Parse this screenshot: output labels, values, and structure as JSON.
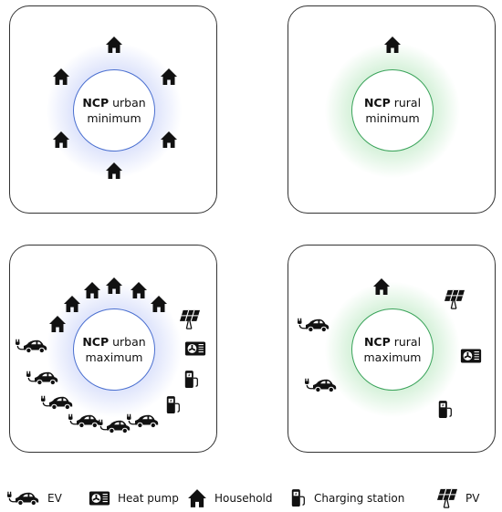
{
  "panels": {
    "urban_min": {
      "ncp": "NCP",
      "area": "urban",
      "level": "minimum"
    },
    "rural_min": {
      "ncp": "NCP",
      "area": "rural",
      "level": "minimum"
    },
    "urban_max": {
      "ncp": "NCP",
      "area": "urban",
      "level": "maximum"
    },
    "rural_max": {
      "ncp": "NCP",
      "area": "rural",
      "level": "maximum"
    }
  },
  "legend": {
    "ev": "EV",
    "heat_pump": "Heat pump",
    "household": "Household",
    "charging_station": "Charging station",
    "pv": "PV"
  },
  "colors": {
    "urban_ring": "#4a6fd0",
    "rural_ring": "#3aa35a",
    "icon": "#111111"
  }
}
